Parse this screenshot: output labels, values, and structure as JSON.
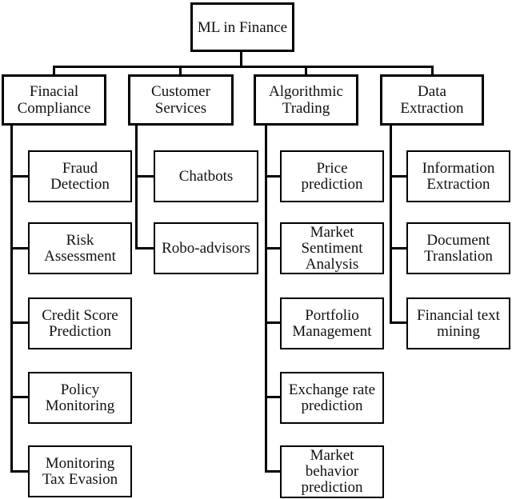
{
  "diagram": {
    "title": "ML in Finance hierarchy diagram",
    "colors": {
      "line": "#000000",
      "background": "#ffffff",
      "text": "#111111"
    },
    "root": {
      "label": "ML in Finance"
    },
    "branches": [
      {
        "header": "Finacial\nCompliance",
        "children": [
          "Fraud\nDetection",
          "Risk\nAssessment",
          "Credit Score\nPrediction",
          "Policy\nMonitoring",
          "Monitoring\nTax Evasion"
        ]
      },
      {
        "header": "Customer\nServices",
        "children": [
          "Chatbots",
          "Robo-advisors"
        ]
      },
      {
        "header": "Algorithmic\nTrading",
        "children": [
          "Price\nprediction",
          "Market\nSentiment\nAnalysis",
          "Portfolio\nManagement",
          "Exchange rate\nprediction",
          "Market\nbehavior\nprediction"
        ]
      },
      {
        "header": "Data\nExtraction",
        "children": [
          "Information\nExtraction",
          "Document\nTranslation",
          "Financial text\nmining"
        ]
      }
    ]
  }
}
